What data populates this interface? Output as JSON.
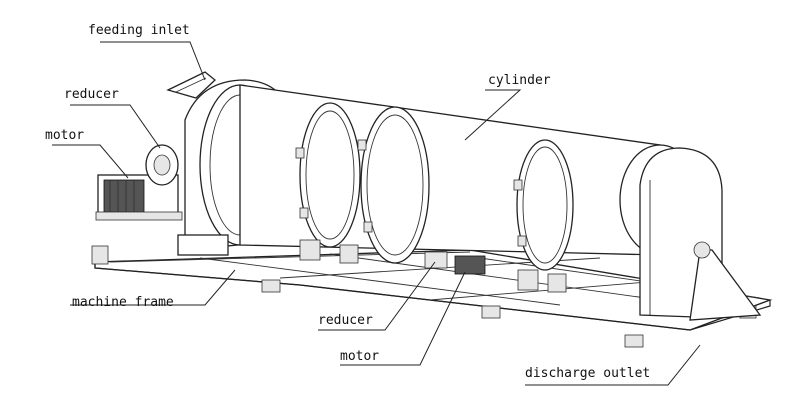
{
  "labels": {
    "feeding_inlet": "feeding inlet",
    "reducer_top": "reducer",
    "motor_top": "motor",
    "cylinder": "cylinder",
    "machine_frame": "machine frame",
    "reducer_bottom": "reducer",
    "motor_bottom": "motor",
    "discharge_outlet": "discharge outlet"
  },
  "colors": {
    "line": "#222222",
    "background": "#ffffff",
    "motor_fill": "#555555"
  }
}
